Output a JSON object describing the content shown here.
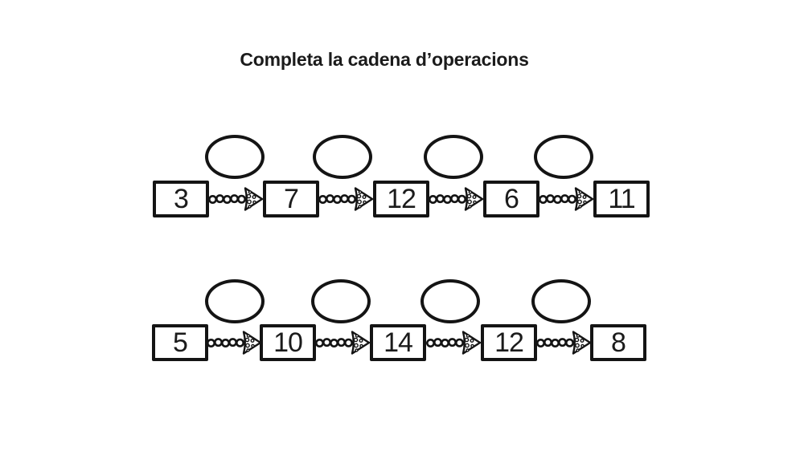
{
  "title": "Completa la cadena d’operacions",
  "colors": {
    "ink": "#1b1b1b",
    "background": "#ffffff"
  },
  "chains": [
    {
      "label": "chain-1",
      "boxes": [
        "3",
        "7",
        "12",
        "6",
        "11"
      ],
      "blank_count": 4
    },
    {
      "label": "chain-2",
      "boxes": [
        "5",
        "10",
        "14",
        "12",
        "8"
      ],
      "blank_count": 4
    }
  ]
}
